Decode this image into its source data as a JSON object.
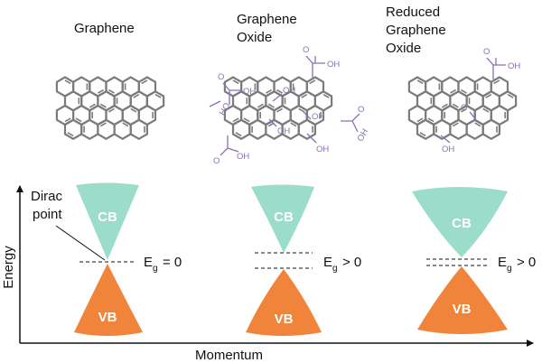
{
  "columns": [
    {
      "title_lines": [
        "Graphene"
      ],
      "gap_label": "= 0",
      "cb": "CB",
      "vb": "VB"
    },
    {
      "title_lines": [
        "Graphene",
        "Oxide"
      ],
      "gap_label": "> 0",
      "cb": "CB",
      "vb": "VB"
    },
    {
      "title_lines": [
        "Reduced",
        "Graphene",
        "Oxide"
      ],
      "gap_label": "> 0",
      "cb": "CB",
      "vb": "VB"
    }
  ],
  "gap_symbol": "E",
  "gap_subscript": "g",
  "dirac_label": [
    "Dirac",
    "point"
  ],
  "axes": {
    "x_label": "Momentum",
    "y_label": "Energy"
  },
  "functional_groups": {
    "oh": "OH",
    "cooh": "OH",
    "carbonyl": "O",
    "ho": "HO"
  },
  "colors": {
    "conduction_band": "#9cdccb",
    "valence_band": "#f0843a",
    "lattice": "#7b7b7b",
    "functional_group": "#8a6fb5"
  }
}
